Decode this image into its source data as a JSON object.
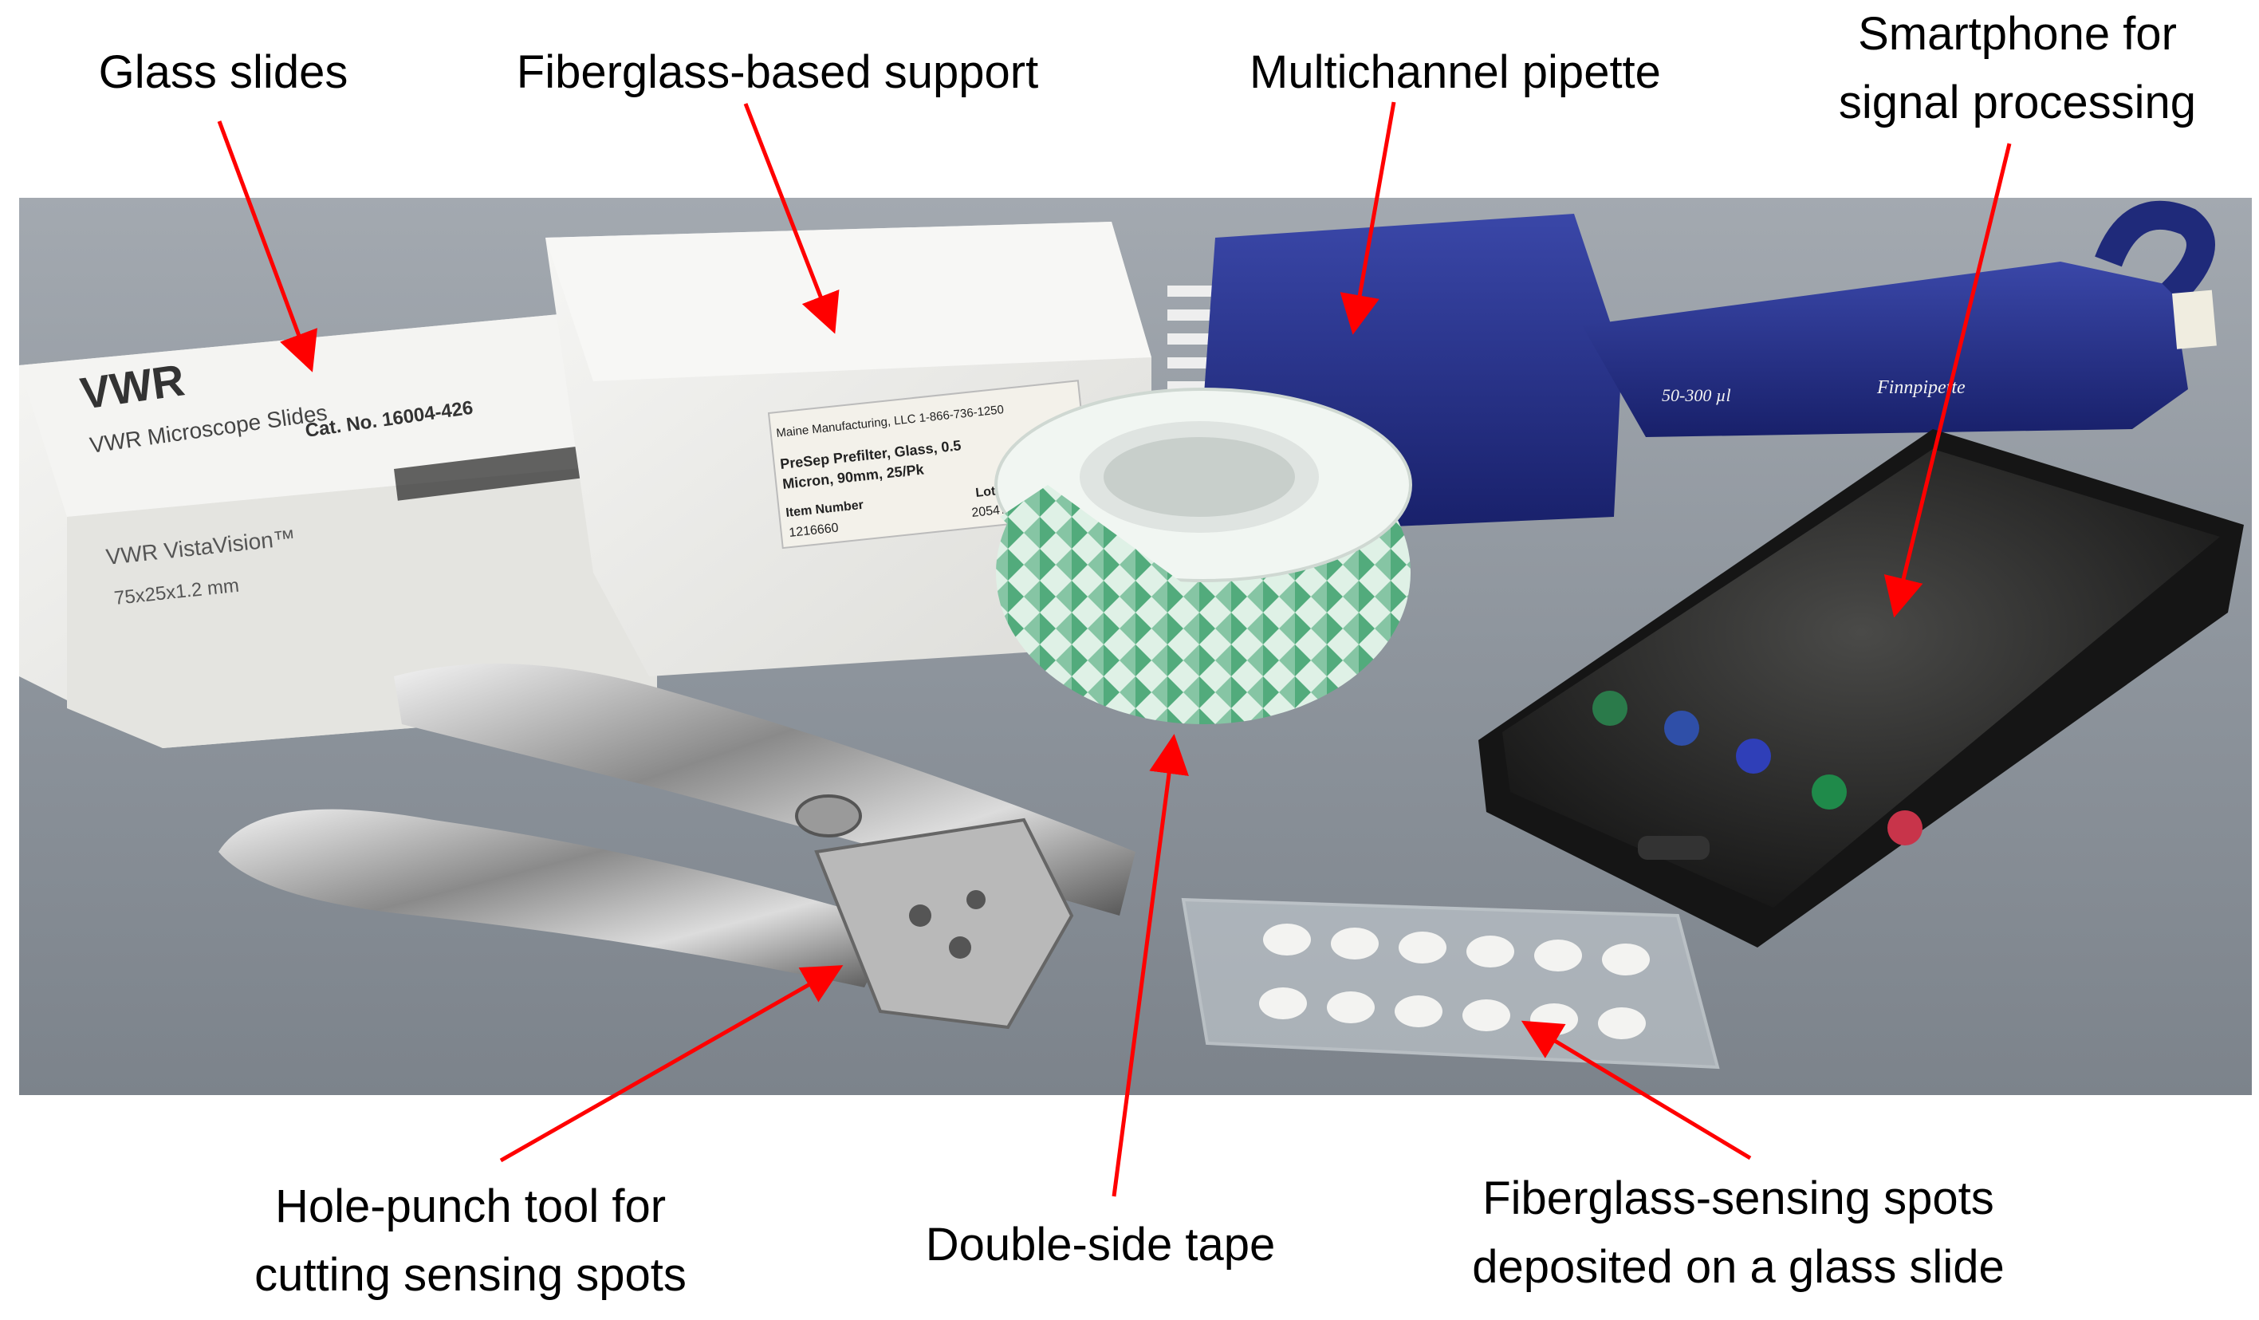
{
  "labels": {
    "glass_slides": [
      "Glass slides"
    ],
    "fiberglass_support": [
      "Fiberglass-based support"
    ],
    "multichannel_pipette": [
      "Multichannel pipette"
    ],
    "smartphone": [
      "Smartphone for",
      "signal processing"
    ],
    "hole_punch": [
      "Hole-punch tool for",
      "cutting sensing spots"
    ],
    "double_side_tape": [
      "Double-side tape"
    ],
    "sensing_spots": [
      "Fiberglass-sensing spots",
      "deposited on a glass slide"
    ]
  },
  "photo_text": {
    "vwr_brand": "VWR",
    "vwr_product": "VWR Microscope Slides",
    "vwr_vista": "VWR VistaVision™",
    "vwr_size": "75x25x1.2 mm",
    "vwr_catno": "Cat. No. 16004-426",
    "box_label_line1": "Maine Manufacturing, LLC 1-866-736-1250",
    "box_label_line2": "PreSep Prefilter, Glass, 0.5",
    "box_label_line3": "Micron, 90mm, 25/Pk",
    "box_item_header": "Item Number",
    "box_item_value": "1216660",
    "box_lot_header": "Lot No",
    "box_lot_value": "205471",
    "pipette_volume": "50-300 µl",
    "pipette_brand": "Finnpipette"
  },
  "colors": {
    "arrow": "#ff0000",
    "table_surface": "#8d949c",
    "pipette_blue": "#1f2a7a",
    "tape_green": "#2e9a62",
    "phone_body": "#1a1a1a"
  }
}
